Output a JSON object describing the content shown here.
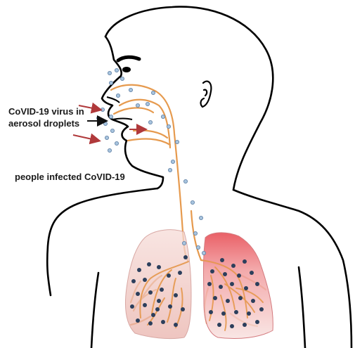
{
  "labels": {
    "droplets_line1": "CoVID-19 virus in",
    "droplets_line2": "aerosol droplets",
    "people": "people infected CoVID-19"
  },
  "colors": {
    "outline": "#000000",
    "airway": "#e69a4e",
    "arrow": "#b0393b",
    "droplet": "#a8c4de",
    "droplet_edge": "#5d7ea3",
    "virus": "#2c3f5c",
    "lung_left": "#f2c9c4",
    "lung_right_top": "#e8484f",
    "lung_right_bottom": "#f7d6d4"
  },
  "icons": [
    "human-head-outline-icon",
    "lungs-icon",
    "arrow-right-icon"
  ]
}
